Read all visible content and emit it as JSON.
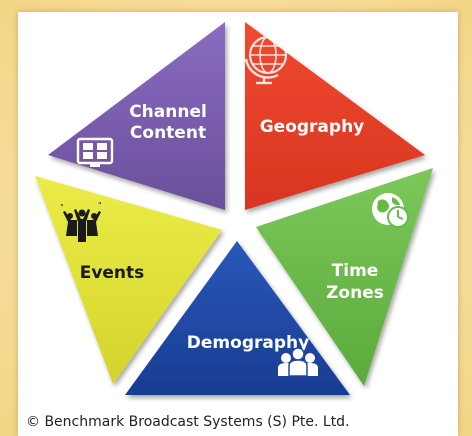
{
  "segments": {
    "channel_content": {
      "line1": "Channel",
      "line2": "Content",
      "color": "#7a5dab",
      "icon": "tv-screen-icon"
    },
    "geography": {
      "label": "Geography",
      "color": "#e8412a",
      "icon": "globe-icon"
    },
    "time_zones": {
      "line1": "Time",
      "line2": "Zones",
      "color": "#66bb47",
      "icon": "globe-clock-icon"
    },
    "demography": {
      "label": "Demography",
      "color": "#1f48a5",
      "icon": "people-group-icon"
    },
    "events": {
      "label": "Events",
      "color": "#e0e03a",
      "icon": "crowd-icon"
    }
  },
  "footer": {
    "copyright": "© Benchmark Broadcast Systems (S) Pte. Ltd."
  }
}
